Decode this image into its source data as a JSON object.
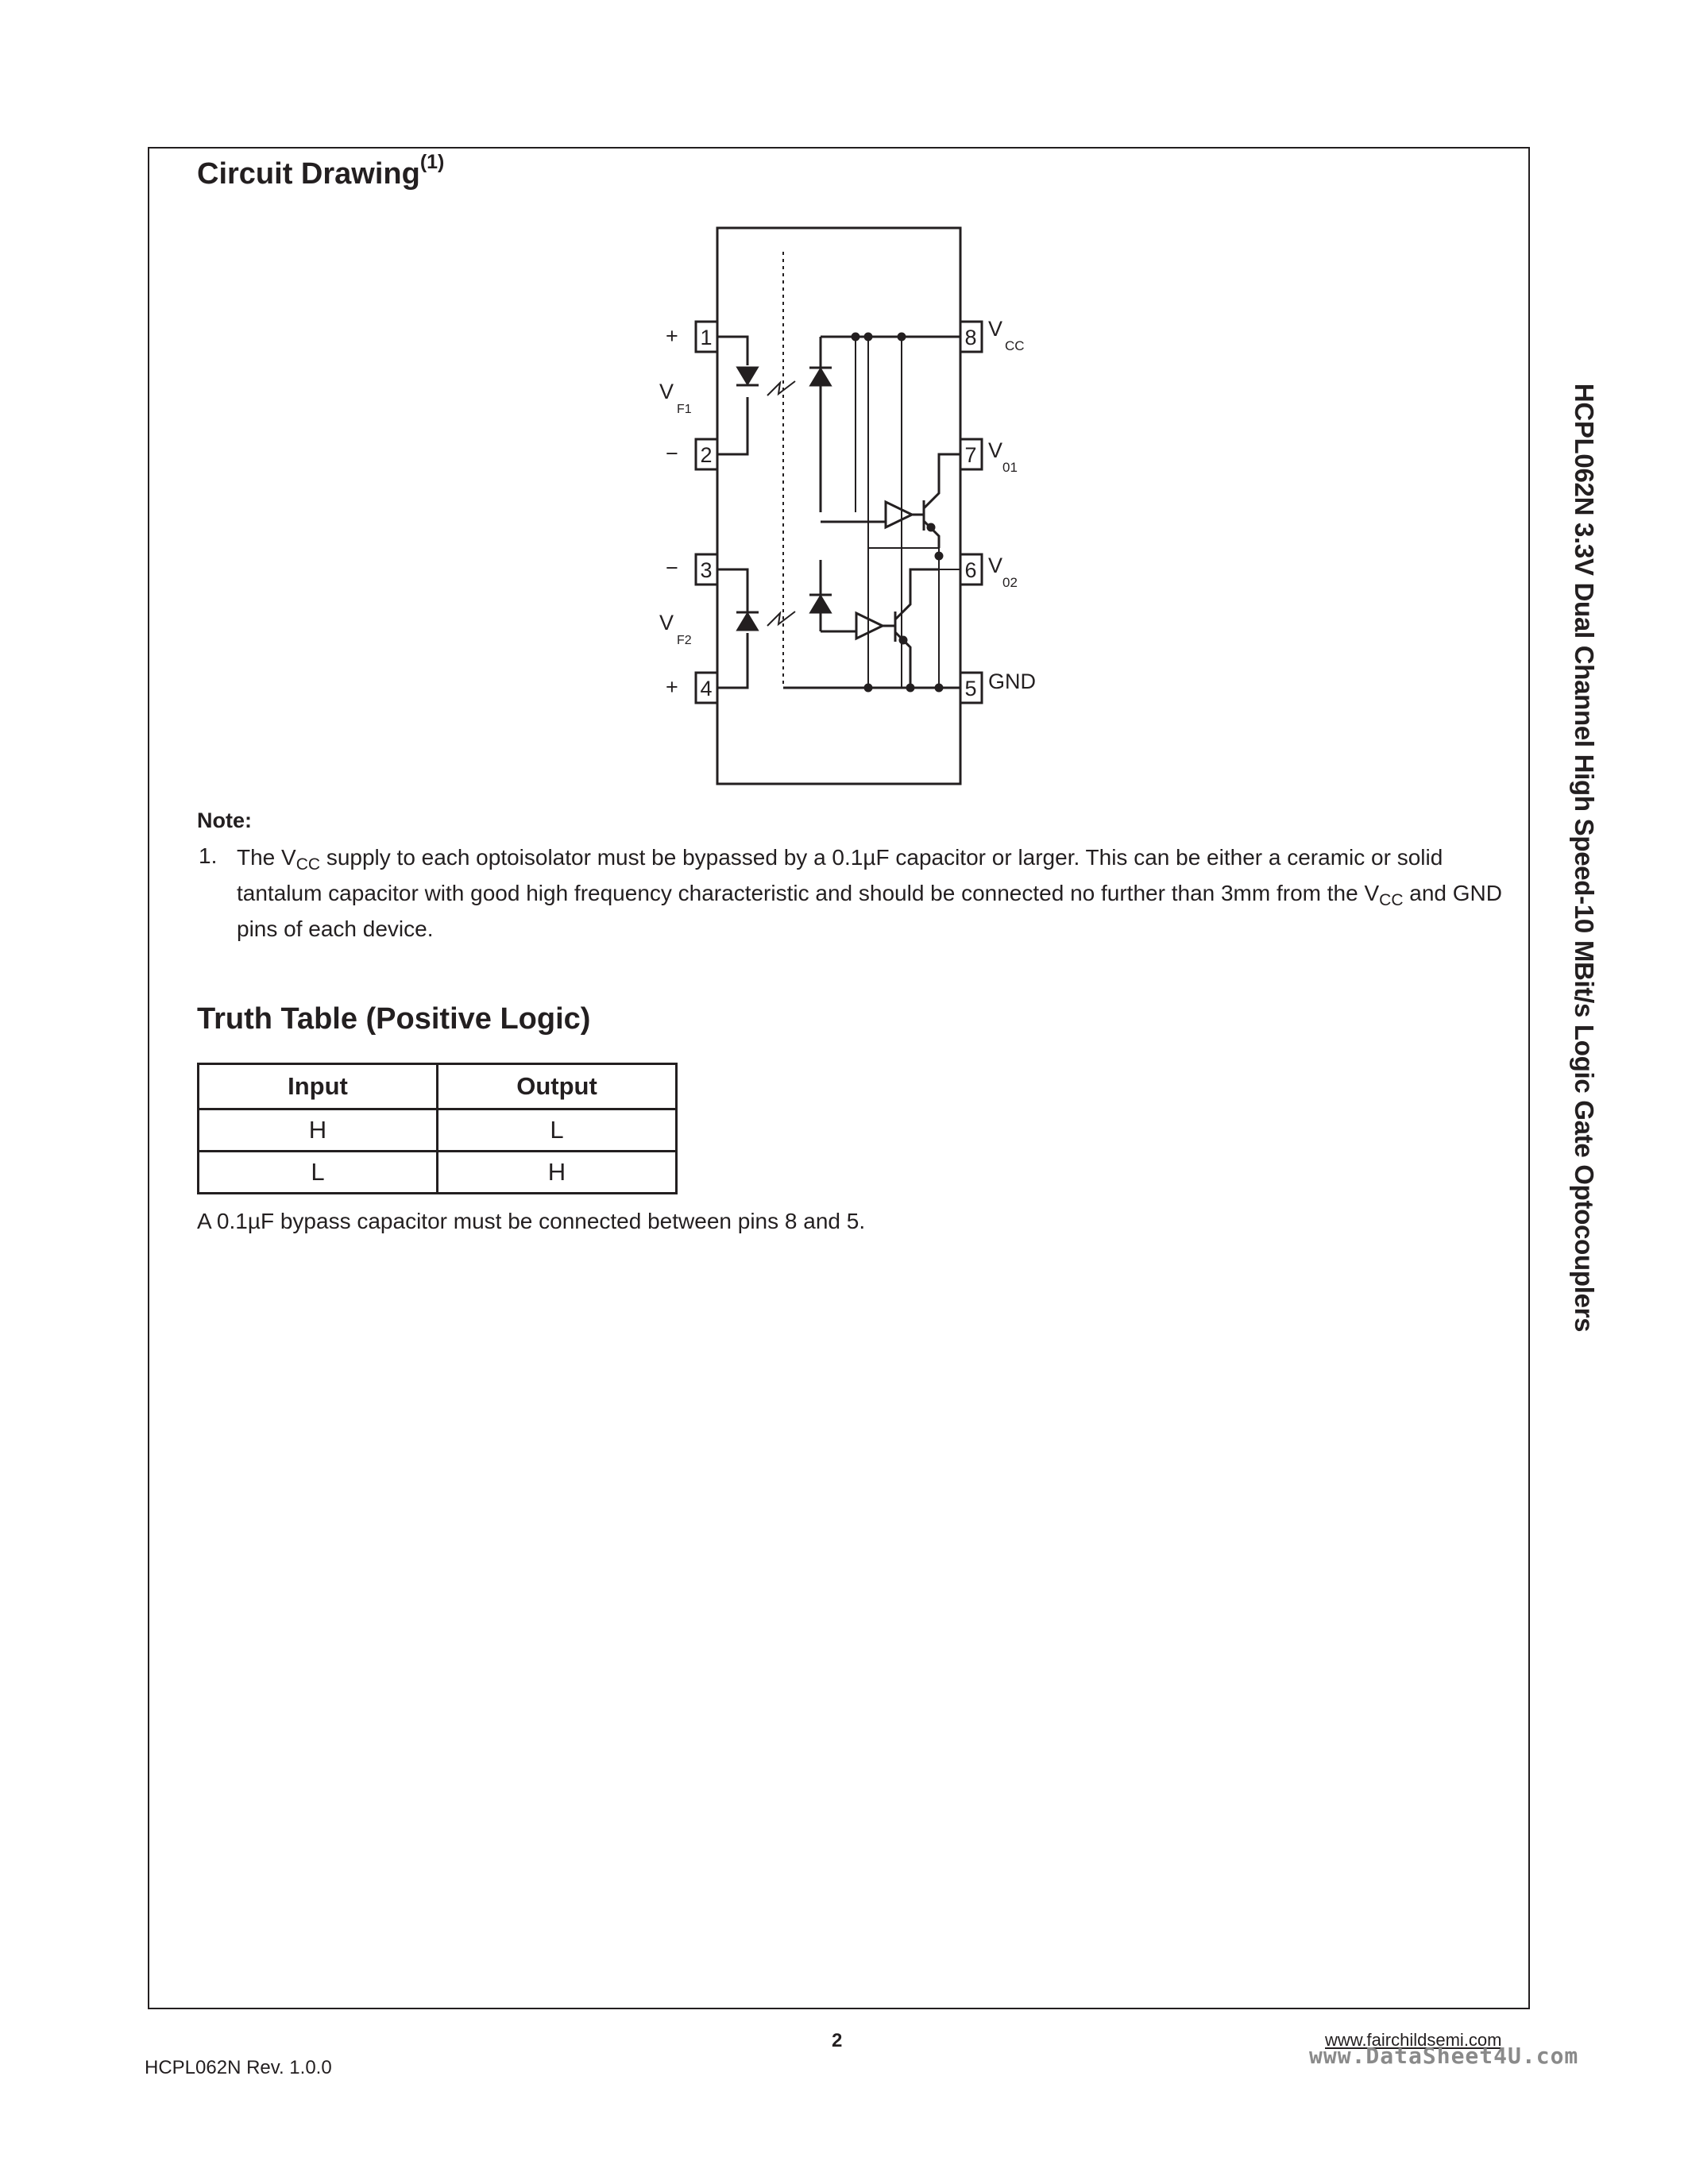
{
  "side_title": "HCPL062N  3.3V Dual Channel High Speed-10 MBit/s Logic Gate Optocouplers",
  "circuit": {
    "heading": "Circuit Drawing",
    "heading_ref": "(1)",
    "pins": {
      "p1": "1",
      "p2": "2",
      "p3": "3",
      "p4": "4",
      "p5": "5",
      "p6": "6",
      "p7": "7",
      "p8": "8"
    },
    "labels": {
      "plus_top": "+",
      "minus_top": "−",
      "minus_bottom": "−",
      "plus_bottom": "+",
      "vf1_main": "V",
      "vf1_sub": "F1",
      "vf2_main": "V",
      "vf2_sub": "F2",
      "vcc_main": "V",
      "vcc_sub": "CC",
      "vo1_main": "V",
      "vo1_sub": "01",
      "vo2_main": "V",
      "vo2_sub": "02",
      "gnd": "GND"
    }
  },
  "note": {
    "heading": "Note:",
    "number": "1.",
    "text_a": "The V",
    "text_sub1": "CC",
    "text_b": " supply to each optoisolator must be bypassed by a 0.1µF capacitor or larger. This can be either a ceramic or solid tantalum capacitor with good high frequency characteristic and should be connected no further than 3mm from the V",
    "text_sub2": "CC",
    "text_c": " and GND pins of each device."
  },
  "truth_table": {
    "heading": "Truth Table (Positive Logic)",
    "headers": [
      "Input",
      "Output"
    ],
    "rows": [
      [
        "H",
        "L"
      ],
      [
        "L",
        "H"
      ]
    ]
  },
  "bypass_note": "A 0.1µF bypass capacitor must be connected between pins 8 and 5.",
  "footer": {
    "page_number": "2",
    "revision": "HCPL062N Rev. 1.0.0",
    "website": "www.fairchildsemi.com",
    "watermark": "www.DataSheet4U.com"
  }
}
